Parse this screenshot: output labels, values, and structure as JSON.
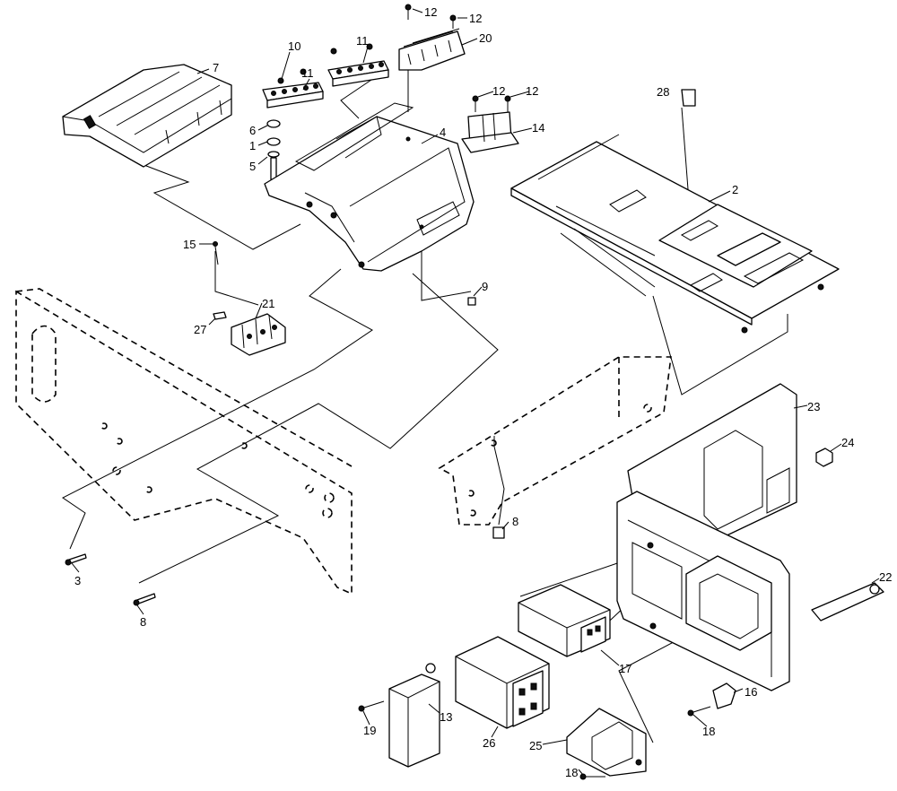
{
  "figure": {
    "callouts": [
      {
        "id": "c7",
        "text": "7"
      },
      {
        "id": "c10",
        "text": "10"
      },
      {
        "id": "c11a",
        "text": "11"
      },
      {
        "id": "c11b",
        "text": "11"
      },
      {
        "id": "c12a",
        "text": "12"
      },
      {
        "id": "c12b",
        "text": "12"
      },
      {
        "id": "c20",
        "text": "20"
      },
      {
        "id": "c12c",
        "text": "12"
      },
      {
        "id": "c12d",
        "text": "12"
      },
      {
        "id": "c14",
        "text": "14"
      },
      {
        "id": "c6",
        "text": "6"
      },
      {
        "id": "c1",
        "text": "1"
      },
      {
        "id": "c5",
        "text": "5"
      },
      {
        "id": "c4",
        "text": "4"
      },
      {
        "id": "c28",
        "text": "28"
      },
      {
        "id": "c2",
        "text": "2"
      },
      {
        "id": "c15",
        "text": "15"
      },
      {
        "id": "c9",
        "text": "9"
      },
      {
        "id": "c21",
        "text": "21"
      },
      {
        "id": "c27",
        "text": "27"
      },
      {
        "id": "c23",
        "text": "23"
      },
      {
        "id": "c24",
        "text": "24"
      },
      {
        "id": "c8a",
        "text": "8"
      },
      {
        "id": "c22",
        "text": "22"
      },
      {
        "id": "c3",
        "text": "3"
      },
      {
        "id": "c8b",
        "text": "8"
      },
      {
        "id": "c17",
        "text": "17"
      },
      {
        "id": "c16",
        "text": "16"
      },
      {
        "id": "c19",
        "text": "19"
      },
      {
        "id": "c13",
        "text": "13"
      },
      {
        "id": "c18a",
        "text": "18"
      },
      {
        "id": "c26",
        "text": "26"
      },
      {
        "id": "c25",
        "text": "25"
      },
      {
        "id": "c18b",
        "text": "18"
      }
    ]
  }
}
